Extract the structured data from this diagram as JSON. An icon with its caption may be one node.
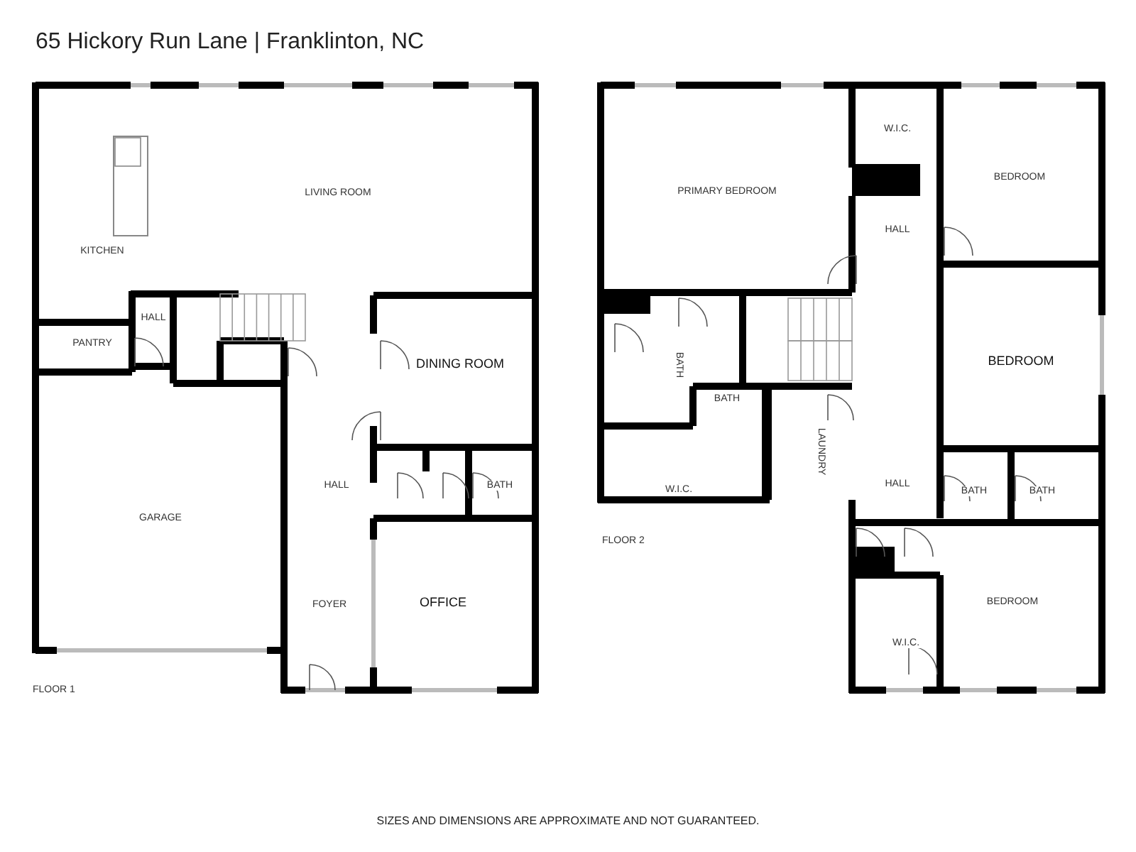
{
  "diagram": {
    "title": "65 Hickory Run Lane | Franklinton, NC",
    "caption": "SIZES AND DIMENSIONS ARE APPROXIMATE AND NOT GUARANTEED.",
    "labels": [
      "LIVING ROOM",
      "KITCHEN",
      "HALL",
      "PANTRY",
      "DINING ROOM",
      "HALL",
      "BATH",
      "GARAGE",
      "FOYER",
      "OFFICE",
      "FLOOR 1",
      "W.I.C.",
      "PRIMARY BEDROOM",
      "BEDROOM",
      "HALL",
      "BEDROOM",
      "BATH",
      "BATH",
      "LAUNDRY",
      "W.I.C.",
      "HALL",
      "BATH",
      "BATH",
      "FLOOR 2",
      "BEDROOM",
      "W.I.C."
    ]
  }
}
